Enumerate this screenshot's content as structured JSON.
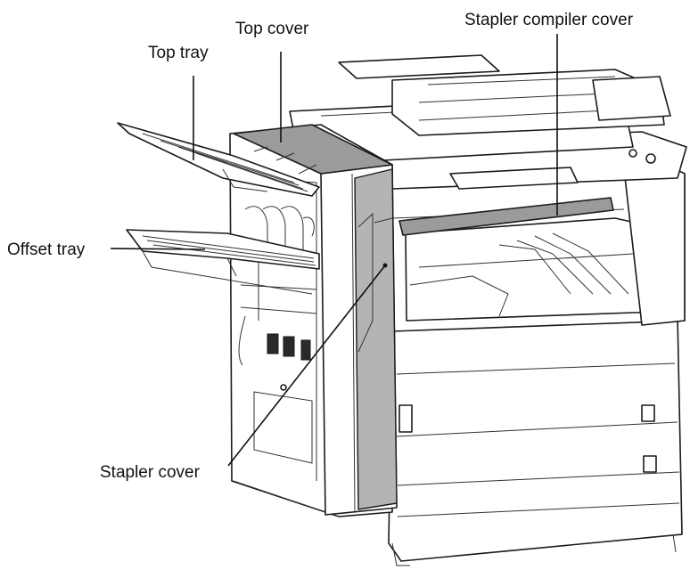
{
  "callouts": {
    "top_tray": "Top tray",
    "top_cover": "Top cover",
    "stapler_compiler_cover": "Stapler compiler cover",
    "offset_tray": "Offset tray",
    "stapler_cover": "Stapler cover"
  },
  "colors": {
    "line": "#1a1a1a",
    "highlighted_part": "#9b9b9b",
    "background": "#ffffff"
  }
}
